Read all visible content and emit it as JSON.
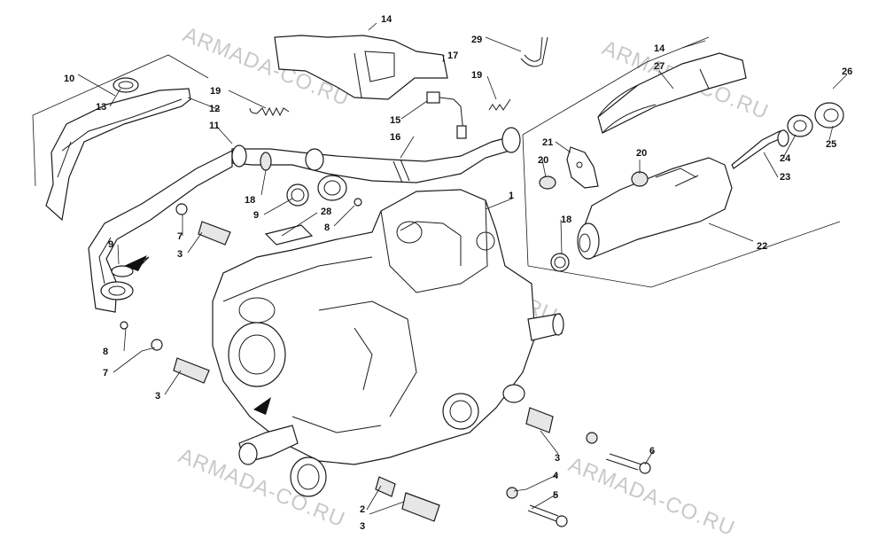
{
  "diagram": {
    "watermark": "ARMADA-CO.RU",
    "colors": {
      "line": "#1a1a1a",
      "watermark": "#c9c9c9",
      "shade": "#e6e6e6"
    },
    "callouts": [
      "1",
      "2",
      "3",
      "3",
      "3",
      "3",
      "4",
      "5",
      "6",
      "7",
      "7",
      "8",
      "8",
      "9",
      "9",
      "10",
      "11",
      "12",
      "13",
      "14",
      "14",
      "15",
      "16",
      "17",
      "18",
      "18",
      "19",
      "19",
      "20",
      "20",
      "21",
      "22",
      "23",
      "24",
      "25",
      "26",
      "27",
      "28",
      "29"
    ]
  }
}
